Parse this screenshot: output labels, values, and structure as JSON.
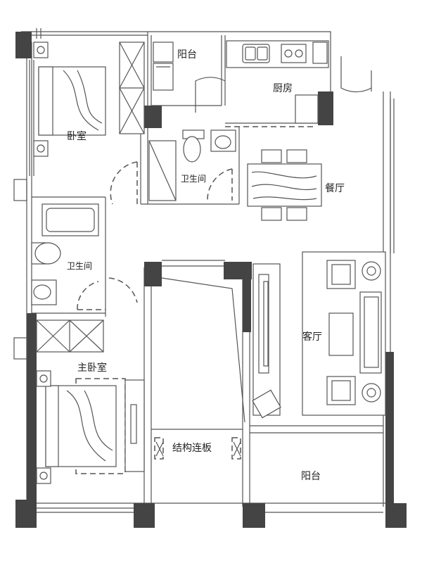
{
  "rooms": {
    "balcony_north": "阳台",
    "kitchen": "厨房",
    "bedroom": "卧室",
    "bathroom_upper": "卫生间",
    "dining": "餐厅",
    "bathroom_lower": "卫生间",
    "living": "客厅",
    "master_bedroom": "主卧室",
    "structural_slab": "结构连板",
    "balcony_south": "阳台"
  },
  "colors": {
    "wall": "#444444",
    "line": "#555555",
    "background": "#ffffff"
  }
}
